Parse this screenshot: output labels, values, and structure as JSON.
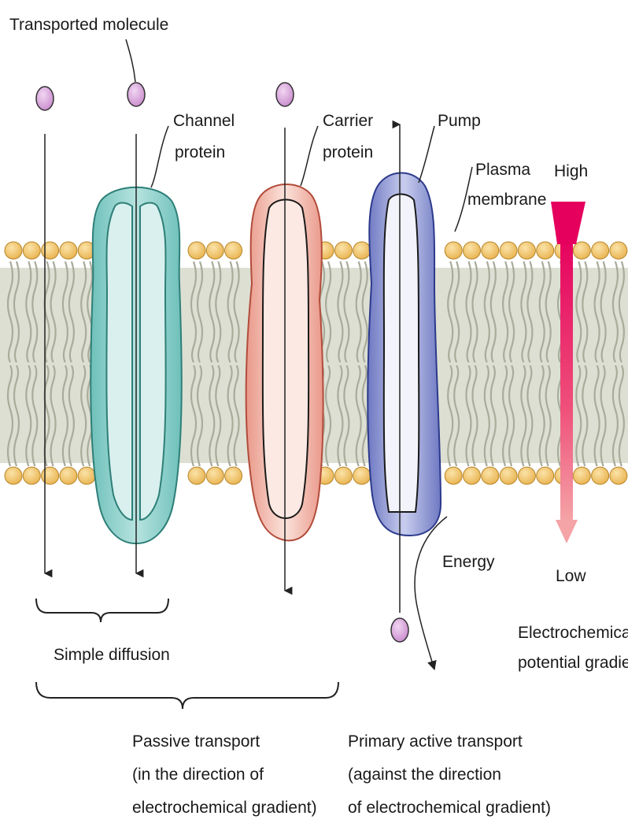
{
  "labels": {
    "transported_molecule": "Transported molecule",
    "channel_protein": [
      "Channel",
      "protein"
    ],
    "carrier_protein": [
      "Carrier",
      "protein"
    ],
    "pump": "Pump",
    "plasma_membrane": [
      "Plasma",
      "membrane"
    ],
    "high": "High",
    "low": "Low",
    "energy": "Energy",
    "electrochemical_gradient": [
      "Electrochemical",
      "potential gradient"
    ],
    "simple_diffusion": "Simple diffusion",
    "passive_transport": [
      "Passive transport",
      "(in the direction of",
      "electrochemical gradient)"
    ],
    "primary_active_transport": [
      "Primary active transport",
      "(against the direction",
      "of electrochemical gradient)"
    ]
  },
  "colors": {
    "lipid_head": "#f2c76a",
    "lipid_tail_bg": "#ddddd2",
    "channel": "#8ed0cb",
    "carrier": "#efaea0",
    "pump": "#8f98d2",
    "molecule": "#d6a6d9",
    "gradient_top": "#e5005e",
    "gradient_bottom": "#f4a3a6"
  }
}
